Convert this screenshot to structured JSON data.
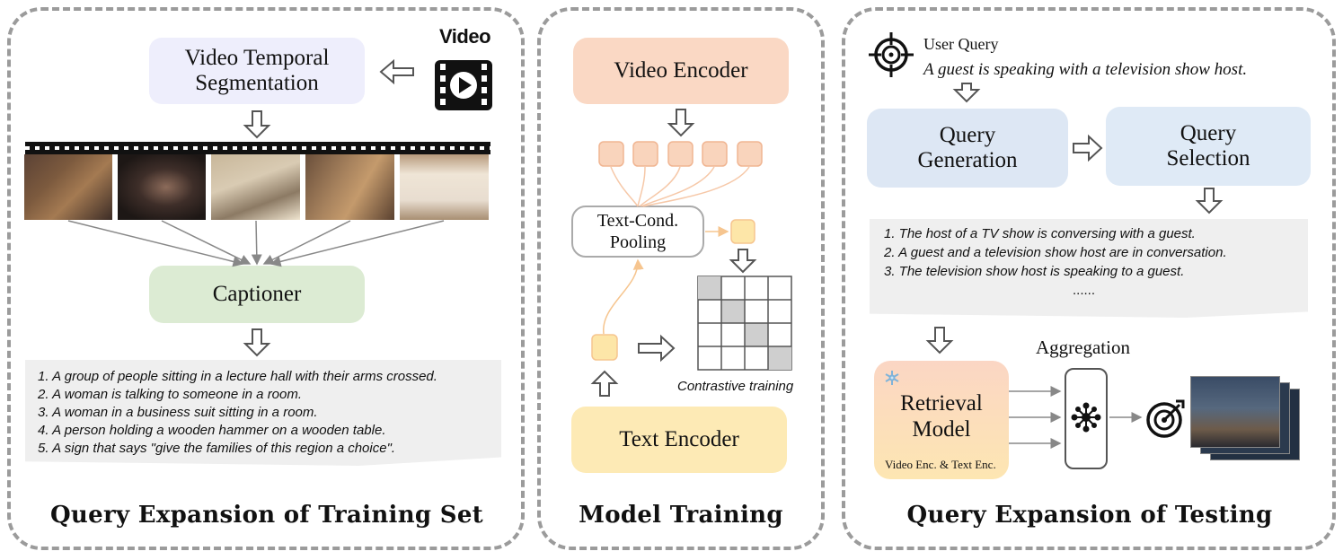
{
  "left_panel": {
    "title": "Query Expansion of Training Set",
    "segmentation_label": "Video Temporal Segmentation",
    "video_label": "Video",
    "captioner_label": "Captioner",
    "captions": [
      "1. A group of people sitting in a lecture hall with their arms crossed.",
      "2. A woman is talking to someone in a room.",
      "3. A woman in a business suit sitting in a room.",
      "4. A person holding a wooden hammer on a wooden table.",
      "5. A sign that says \"give the families of this region a choice\"."
    ]
  },
  "middle_panel": {
    "title": "Model Training",
    "video_encoder_label": "Video Encoder",
    "text_encoder_label": "Text Encoder",
    "pooling_label": "Text-Cond. Pooling",
    "contrastive_label": "Contrastive training"
  },
  "right_panel": {
    "title": "Query Expansion of Testing",
    "user_query_label": "User Query",
    "user_query_text": "A guest is speaking with a television show host.",
    "query_generation_label": "Query Generation",
    "query_selection_label": "Query Selection",
    "generated_queries": [
      "1. The host of a TV show is conversing with a guest.",
      "2. A guest and a television show host are in conversation.",
      "3. The television show host is speaking to a guest.",
      "......"
    ],
    "aggregation_label": "Aggregation",
    "retrieval_model_label": "Retrieval Model",
    "retrieval_model_sub": "Video Enc. & Text Enc."
  },
  "colors": {
    "segmentation_box": "#eeeefc",
    "captioner_box": "#dcebd3",
    "video_encoder_box": "#fad8c4",
    "text_encoder_box": "#fdeab5",
    "query_generation_box": "#dde7f4",
    "query_selection_box": "#dfeaf6",
    "caption_box": "#efefef",
    "token_orange": "#f9d4bc",
    "token_yellow": "#fde6a8",
    "grid_diagonal": "#cfcfcf",
    "panel_border": "#9b9b9b"
  },
  "icons": [
    "film-play-icon",
    "target-crosshair-icon",
    "snowflake-icon",
    "aggregation-hub-icon",
    "bullseye-arrow-icon"
  ]
}
